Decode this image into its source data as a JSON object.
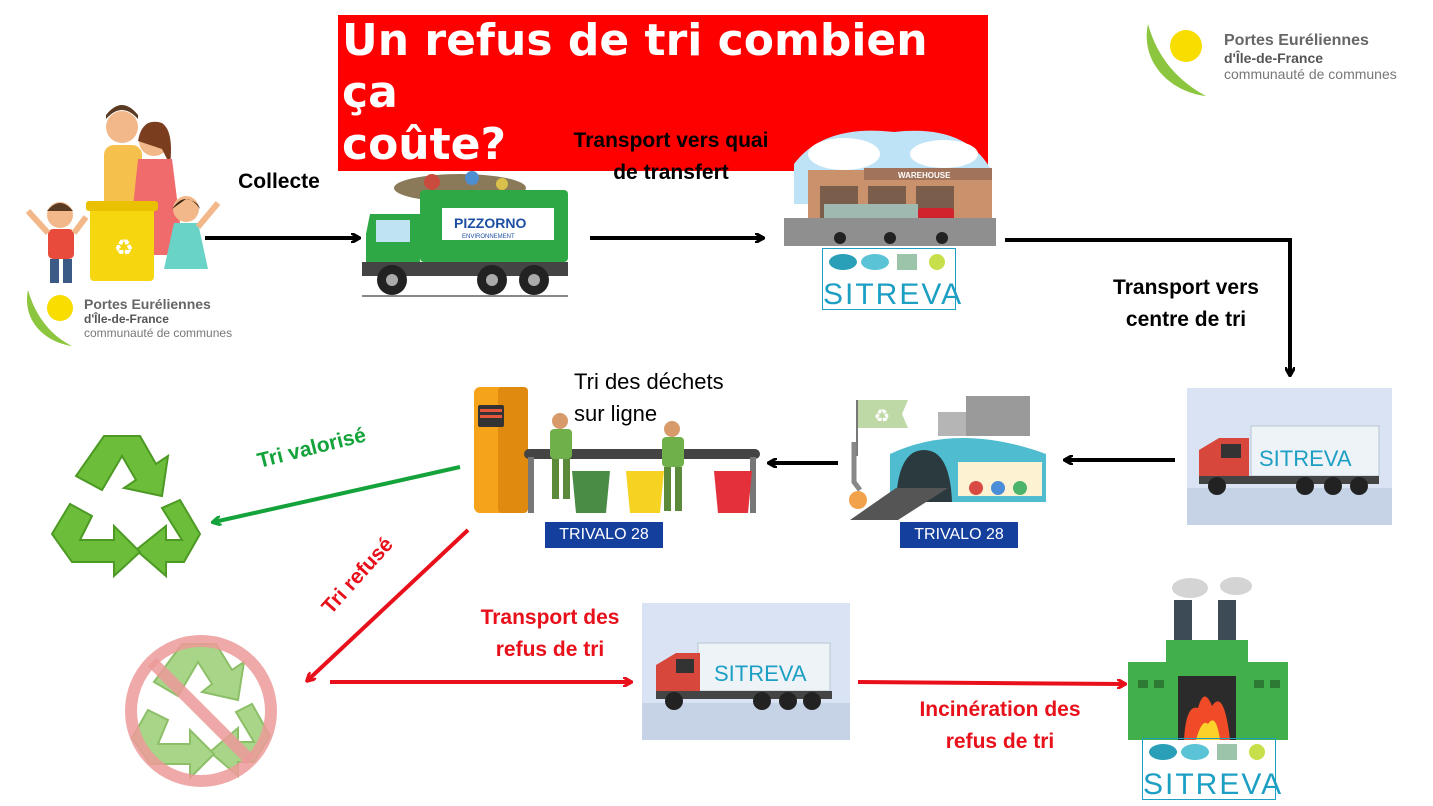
{
  "title": {
    "line1": "Un refus de tri combien ça",
    "line2": "coûte?"
  },
  "logo": {
    "line1": "Portes Euréliennes",
    "line2": "d'Île-de-France",
    "line3": "communauté de communes"
  },
  "truck_brand": "PIZZORNO",
  "truck_brand_sub": "ENVIRONNEMENT",
  "warehouse_sign": "WAREHOUSE",
  "sitreva": "SITREVA",
  "trivalo": "TRIVALO 28",
  "labels": {
    "collecte": "Collecte",
    "transport_quai": "Transport vers quai de transfert",
    "transport_centre": "Transport vers centre de tri",
    "tri_ligne": "Tri des déchets sur ligne",
    "tri_valorise": "Tri valorisé",
    "tri_refuse": "Tri refusé",
    "transport_refus": "Transport des refus de tri",
    "incineration": "Incinération des refus de tri"
  },
  "colors": {
    "title_bg": "#ff0000",
    "red": "#e8101a",
    "green": "#14a23a",
    "navy": "#143f9c",
    "sitreva": "#1d9fc4",
    "logo_yellow": "#f7dd00",
    "logo_green": "#8cc63f"
  }
}
